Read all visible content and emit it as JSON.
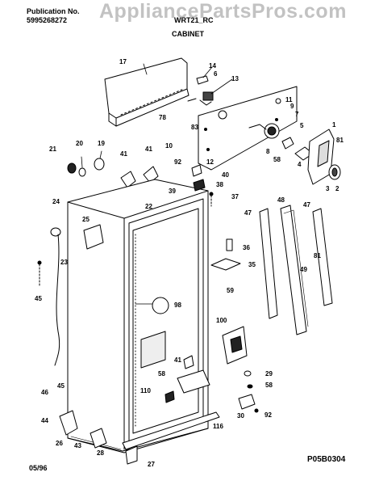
{
  "header": {
    "publication_label": "Publication No.",
    "publication_number": "5995268272",
    "model": "WRT21_RC",
    "section": "CABINET"
  },
  "watermark": "AppliancePartsPros.com",
  "footer": {
    "diagram_code": "P05B0304",
    "date": "05/96"
  },
  "callouts": [
    "1",
    "2",
    "3",
    "4",
    "5",
    "6",
    "7",
    "8",
    "9",
    "10",
    "11",
    "12",
    "13",
    "14",
    "17",
    "19",
    "20",
    "21",
    "22",
    "23",
    "24",
    "25",
    "26",
    "27",
    "28",
    "29",
    "30",
    "35",
    "36",
    "37",
    "38",
    "39",
    "40",
    "41",
    "41",
    "43",
    "44",
    "45",
    "45",
    "46",
    "47",
    "48",
    "49",
    "58",
    "58",
    "58",
    "59",
    "78",
    "81",
    "81",
    "83",
    "92",
    "92",
    "98",
    "100",
    "110",
    "116"
  ]
}
